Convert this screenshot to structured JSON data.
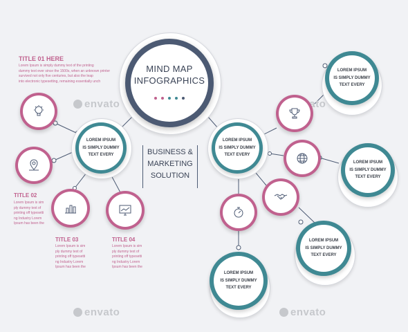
{
  "colors": {
    "pink": "#c0618e",
    "teal": "#3f8993",
    "navy": "#4c5a73",
    "line": "#4c5a73"
  },
  "center": {
    "line1": "MIND MAP",
    "line2": "INFOGRAPHICS"
  },
  "middle_text": {
    "line1": "BUSINESS &",
    "line2": "MARKETING",
    "line3": "SOLUTION"
  },
  "hub_left": {
    "l1": "LOREM IPSUM",
    "l2": "IS SIMPLY DUMMY",
    "l3": "TEXT EVERY"
  },
  "hub_right": {
    "l1": "LOREM IPSUM",
    "l2": "IS SIMPLY DUMMY",
    "l3": "TEXT EVERY"
  },
  "teal_bubbles": [
    {
      "l1": "LOREM IPSUM",
      "l2": "IS SIMPLY DUMMY",
      "l3": "TEXT EVERY"
    },
    {
      "l1": "LOREM IPSUM",
      "l2": "IS SIMPLY DUMMY",
      "l3": "TEXT EVERY"
    },
    {
      "l1": "LOREM IPSUM",
      "l2": "IS SIMPLY DUMMY",
      "l3": "TEXT EVERY"
    },
    {
      "l1": "LOREM IPSUM",
      "l2": "IS SIMPLY DUMMY",
      "l3": "TEXT EVERY"
    }
  ],
  "titles": {
    "t1": "TITLE 01 HERE",
    "t2": "TITLE 02",
    "t3": "TITLE 03",
    "t4": "TITLE 04"
  },
  "texts": {
    "t1_l1": "Lorem Ipsum is simply dummy text of the printing",
    "t1_l2": "dummy text ever since the 1500s, when an unknown printer",
    "t1_l3": "survived not only five centuries, but also the leap",
    "t1_l4": "into electronic typesetting, remaining essentially unch",
    "t2_l1": "Lorem Ipsum is sim",
    "t2_l2": "ply dummy text of",
    "t2_l3": "printing off typesetti",
    "t2_l4": "ng Industry Lorem",
    "t2_l5": "Ipsum has been the",
    "t3_l1": "Lorem Ipsum is sim",
    "t3_l2": "ply dummy text of",
    "t3_l3": "printing off typesetti",
    "t3_l4": "ng Industry Lorem",
    "t3_l5": "Ipsum has been the",
    "t4_l1": "Lorem Ipsum is sim",
    "t4_l2": "ply dummy text of",
    "t4_l3": "printing off typesetti",
    "t4_l4": "ng Industry Lorem",
    "t4_l5": "Ipsum has been the"
  },
  "watermark": "envato",
  "icons": [
    "lightbulb-icon",
    "map-pin-icon",
    "bar-chart-icon",
    "monitor-chart-icon",
    "trophy-icon",
    "globe-icon",
    "handshake-icon",
    "stopwatch-icon"
  ]
}
